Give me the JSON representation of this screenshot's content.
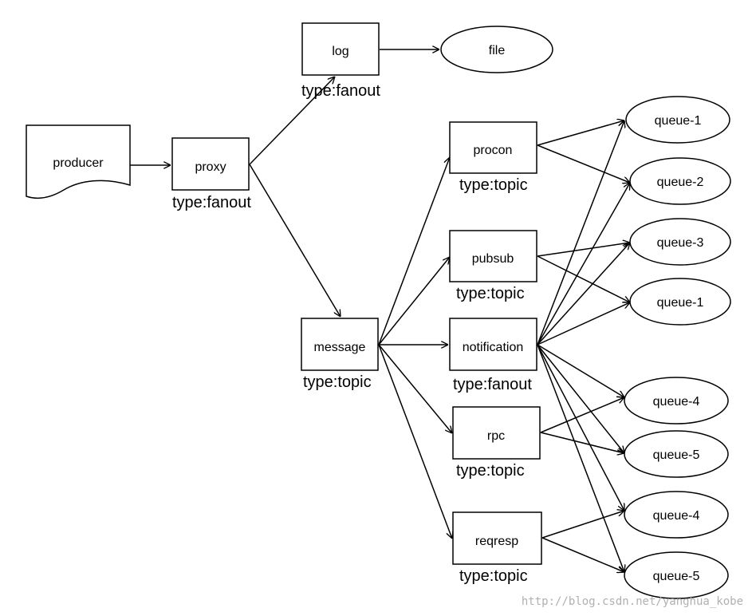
{
  "nodes": {
    "producer": {
      "label": "producer"
    },
    "proxy": {
      "label": "proxy",
      "type_label": "type:fanout"
    },
    "log": {
      "label": "log",
      "type_label": "type:fanout"
    },
    "file": {
      "label": "file"
    },
    "message": {
      "label": "message",
      "type_label": "type:topic"
    },
    "procon": {
      "label": "procon",
      "type_label": "type:topic"
    },
    "pubsub": {
      "label": "pubsub",
      "type_label": "type:topic"
    },
    "notification": {
      "label": "notification",
      "type_label": "type:fanout"
    },
    "rpc": {
      "label": "rpc",
      "type_label": "type:topic"
    },
    "reqresp": {
      "label": "reqresp",
      "type_label": "type:topic"
    },
    "q1a": {
      "label": "queue-1"
    },
    "q2": {
      "label": "queue-2"
    },
    "q3": {
      "label": "queue-3"
    },
    "q1b": {
      "label": "queue-1"
    },
    "q4a": {
      "label": "queue-4"
    },
    "q5a": {
      "label": "queue-5"
    },
    "q4b": {
      "label": "queue-4"
    },
    "q5b": {
      "label": "queue-5"
    }
  },
  "edges": [
    [
      "producer",
      "proxy"
    ],
    [
      "proxy",
      "log"
    ],
    [
      "proxy",
      "message"
    ],
    [
      "log",
      "file"
    ],
    [
      "message",
      "procon"
    ],
    [
      "message",
      "pubsub"
    ],
    [
      "message",
      "notification"
    ],
    [
      "message",
      "rpc"
    ],
    [
      "message",
      "reqresp"
    ],
    [
      "procon",
      "q1a"
    ],
    [
      "procon",
      "q2"
    ],
    [
      "pubsub",
      "q3"
    ],
    [
      "pubsub",
      "q1b"
    ],
    [
      "notification",
      "q1a"
    ],
    [
      "notification",
      "q2"
    ],
    [
      "notification",
      "q3"
    ],
    [
      "notification",
      "q1b"
    ],
    [
      "notification",
      "q4a"
    ],
    [
      "notification",
      "q5a"
    ],
    [
      "notification",
      "q4b"
    ],
    [
      "notification",
      "q5b"
    ],
    [
      "rpc",
      "q4a"
    ],
    [
      "rpc",
      "q5a"
    ],
    [
      "reqresp",
      "q4b"
    ],
    [
      "reqresp",
      "q5b"
    ]
  ],
  "watermark": "http://blog.csdn.net/yanghua_kobe"
}
